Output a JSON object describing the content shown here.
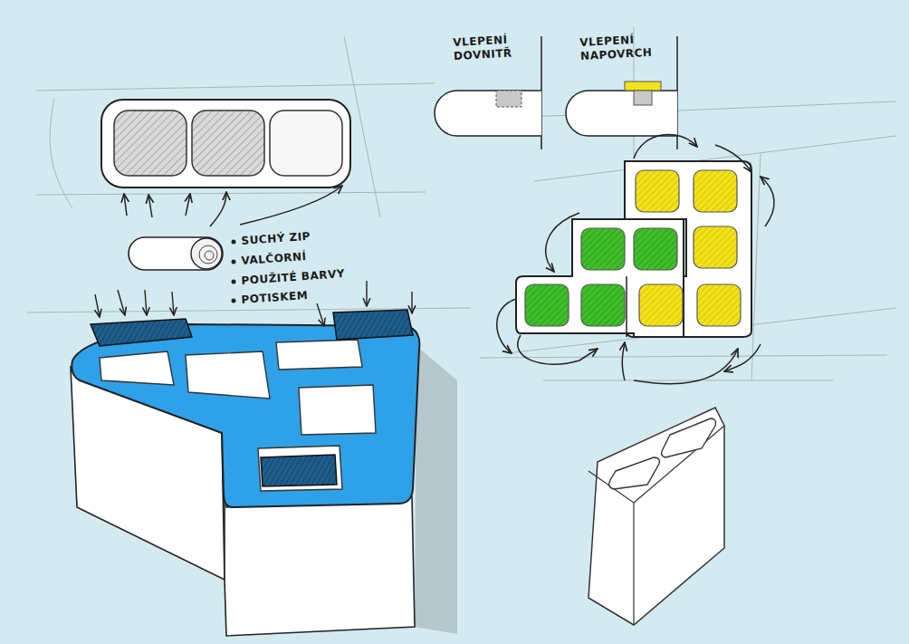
{
  "diagram": {
    "labels": [
      "VLEPENÍ DOVNITŘ",
      "VLEPENÍ NAPOVRCH",
      "SUCHÝ ZIP",
      "VALČORNÍ",
      "POUŽITÉ BARVY",
      "POTISKEM"
    ]
  }
}
